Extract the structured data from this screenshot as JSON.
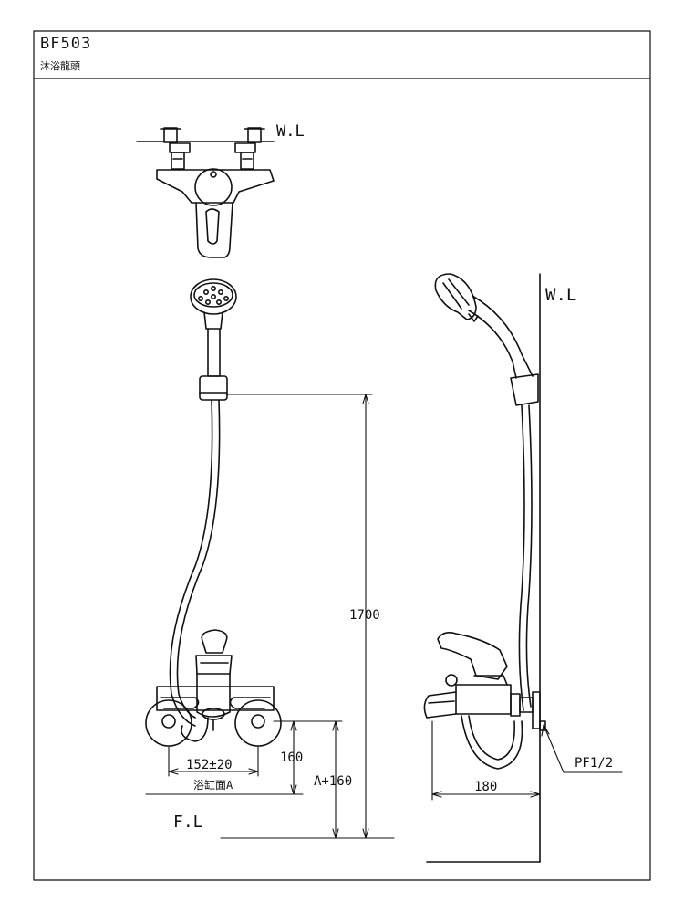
{
  "title_block": {
    "model_code": "BF503",
    "product_name": "沐浴龍頭"
  },
  "labels": {
    "water_level_top": "W.L",
    "water_level_side": "W.L",
    "floor_level": "F.L",
    "dim_1700": "1700",
    "dim_160": "160",
    "dim_a160": "A+160",
    "dim_152": "152±20",
    "bathtub_face": "浴缸面A",
    "dim_180": "180",
    "pipe_thread": "PF1/2"
  }
}
